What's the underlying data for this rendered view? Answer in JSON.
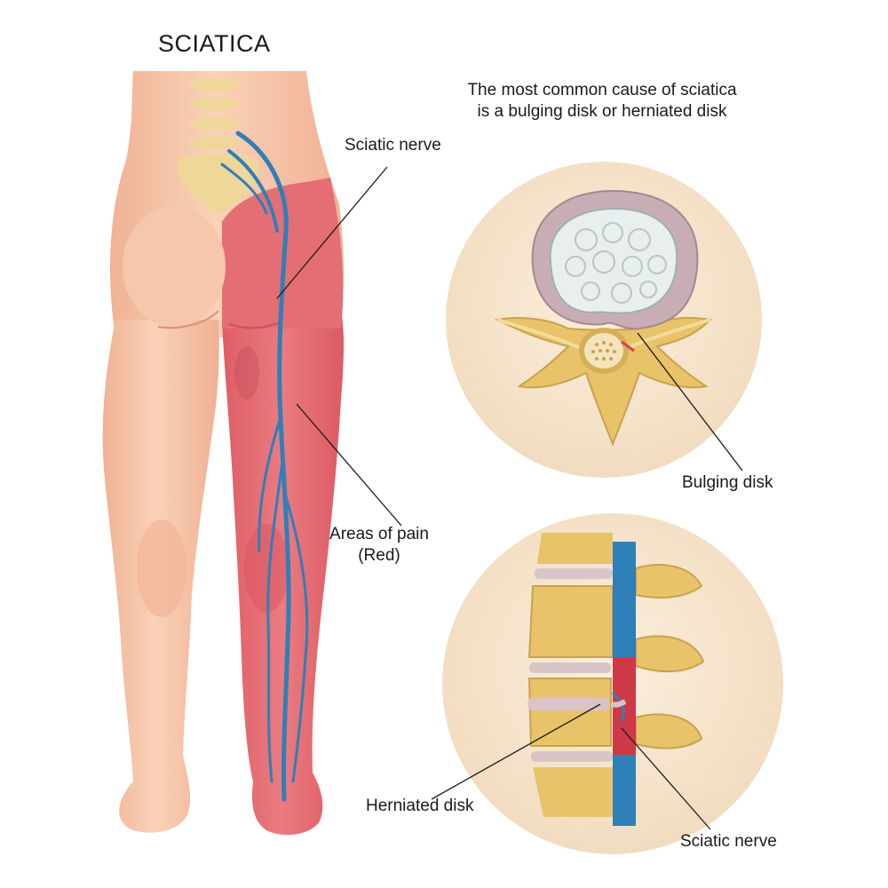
{
  "title": "SCIATICA",
  "subtitle": "The most common cause of sciatica\nis a bulging disk or herniated disk",
  "labels": {
    "sciatic_nerve_top": "Sciatic nerve",
    "areas_of_pain_line1": "Areas of pain",
    "areas_of_pain_line2": "(Red)",
    "bulging_disk": "Bulging disk",
    "herniated_disk": "Herniated disk",
    "sciatic_nerve_bottom": "Sciatic nerve"
  },
  "colors": {
    "skin": "#f6c4a4",
    "skin_shade": "#eea787",
    "pain_red": "#e2656d",
    "nerve_blue": "#2f7fb8",
    "bone": "#e8c36a",
    "bone_light": "#f3dc97",
    "circle_bg": "#f7e7cf",
    "disk_white": "#e9efee",
    "disk_ring": "#b79aa0"
  }
}
